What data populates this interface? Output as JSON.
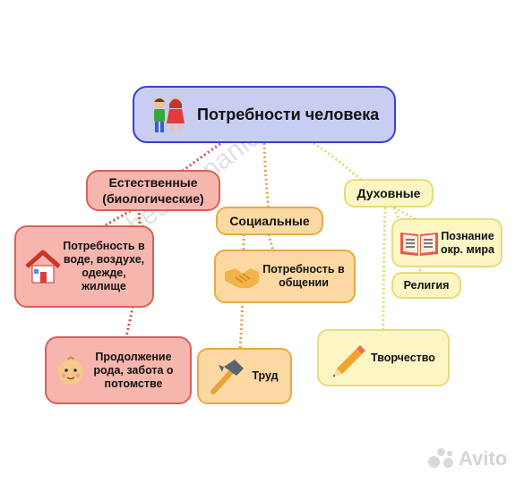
{
  "root": {
    "title": "Потребности человека",
    "icon": "children-icon"
  },
  "natural": {
    "title": "Естественные (биологические)",
    "leaves": [
      {
        "text": "Потребность в воде, воздухе, одежде, жилище",
        "icon": "house-icon"
      },
      {
        "text": "Продолжение рода, забота о потомстве",
        "icon": "baby-face-icon"
      }
    ]
  },
  "social": {
    "title": "Социальные",
    "leaves": [
      {
        "text": "Потребность в общении",
        "icon": "handshake-icon"
      },
      {
        "text": "Труд",
        "icon": "hammer-icon"
      }
    ]
  },
  "spiritual": {
    "title": "Духовные",
    "leaves": [
      {
        "text": "Познание окр. мира",
        "icon": "book-icon"
      },
      {
        "text": "Религия"
      },
      {
        "text": "Творчество",
        "icon": "pencil-icon"
      }
    ]
  },
  "watermark": "@_obshestvoznanie2020",
  "brand": "Avito",
  "colors": {
    "root_fill": "#c9cdf2",
    "root_border": "#3a3fd0",
    "natural": "#f7b6ad",
    "social": "#fcd9a3",
    "spiritual": "#fbf6c4"
  }
}
